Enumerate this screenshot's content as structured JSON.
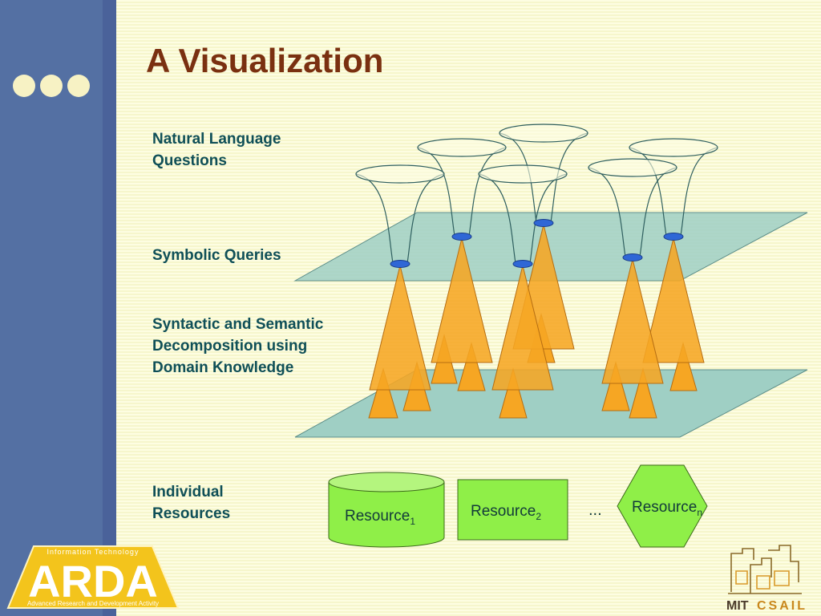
{
  "slide": {
    "title": "A Visualization"
  },
  "layers": {
    "natural_language": [
      "Natural Language",
      "Questions"
    ],
    "symbolic_queries": "Symbolic Queries",
    "decomposition": [
      "Syntactic and Semantic",
      "Decomposition using",
      "Domain Knowledge"
    ],
    "individual_resources": [
      "Individual",
      "Resources"
    ]
  },
  "resources": [
    {
      "name": "Resource",
      "subscript": "1",
      "shape": "cylinder"
    },
    {
      "name": "Resource",
      "subscript": "2",
      "shape": "rectangle"
    },
    {
      "name": "Resource",
      "subscript": "n",
      "shape": "hexagon"
    }
  ],
  "ellipsis": "...",
  "logos": {
    "arda": {
      "top": "Information Technology",
      "main": "ARDA",
      "bottom": "Advanced Research and Development Activity"
    },
    "csail": {
      "mit": "MIT",
      "name": "CSAIL"
    }
  },
  "colors": {
    "sidebar": "#5470a3",
    "title": "#7a3010",
    "label": "#0f4f57",
    "plane": "#9fcfc4",
    "cone": "#f6a623",
    "resource": "#8fef48",
    "node": "#2f67d6"
  }
}
